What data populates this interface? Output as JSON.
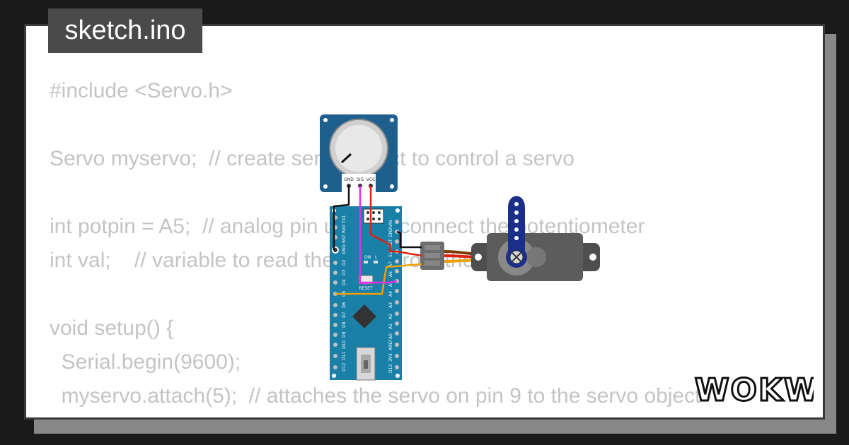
{
  "tab": {
    "title": "sketch.ino"
  },
  "code": {
    "lines": [
      "#include <Servo.h>",
      "",
      "Servo myservo;  // create servo object to control a servo",
      "",
      "int potpin = A5;  // analog pin used to connect the potentiometer",
      "int val;    // variable to read the value from the analog pin",
      "",
      "void setup() {",
      "  Serial.begin(9600);",
      "  myservo.attach(5);  // attaches the servo on pin 9 to the servo object",
      "}"
    ]
  },
  "potentiometer": {
    "pins": [
      "GND",
      "SIG",
      "VCC"
    ]
  },
  "arduino": {
    "top_left_pins": [
      "TX1",
      "RX0",
      "RST",
      "GND",
      "D2",
      "D3",
      "D4",
      "D5",
      "D6",
      "D7",
      "D8",
      "D9",
      "D10",
      "D11",
      "D12"
    ],
    "top_right_pins": [
      "VIN",
      "GND",
      "RST",
      "5V",
      "A7",
      "A6",
      "A5",
      "A4",
      "A3",
      "A2",
      "A1",
      "A0",
      "AREF",
      "3V3",
      "D13"
    ],
    "leds": [
      "ON",
      "L"
    ],
    "reset_label": "RESET"
  },
  "logo": {
    "text": "WOKWi"
  },
  "colors": {
    "board": "#1a80a8",
    "pot_board": "#1e5f8e",
    "wire_gnd": "#111111",
    "wire_sig": "#e030e8",
    "wire_vcc": "#e02010",
    "wire_servo": "#f0a000",
    "servo_body": "#555555",
    "servo_horn": "#1b2f8a"
  }
}
